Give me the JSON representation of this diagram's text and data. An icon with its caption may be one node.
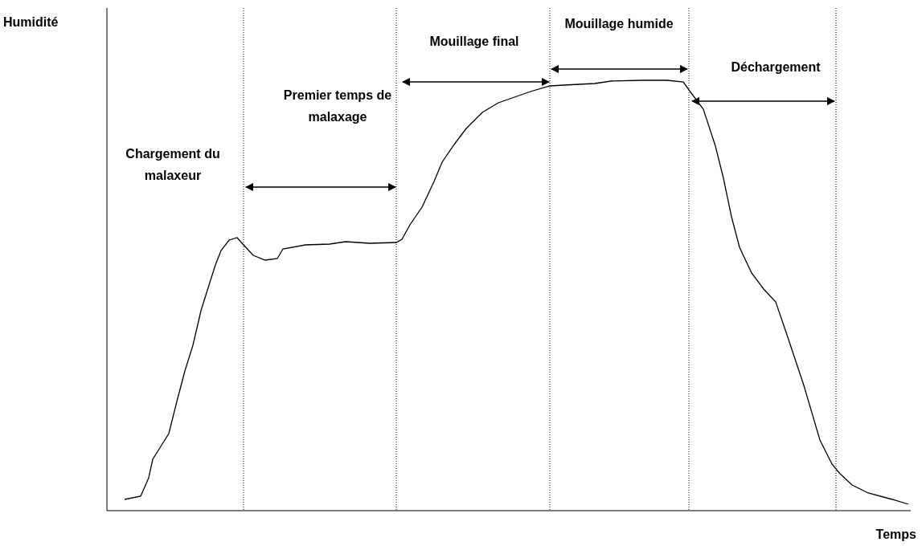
{
  "diagram": {
    "labels": [
      "Humidité",
      "Chargement du malaxeur",
      "Premier temps de malaxage",
      "Mouillage final",
      "Mouillage humide",
      "Déchargement",
      "Temps"
    ]
  }
}
